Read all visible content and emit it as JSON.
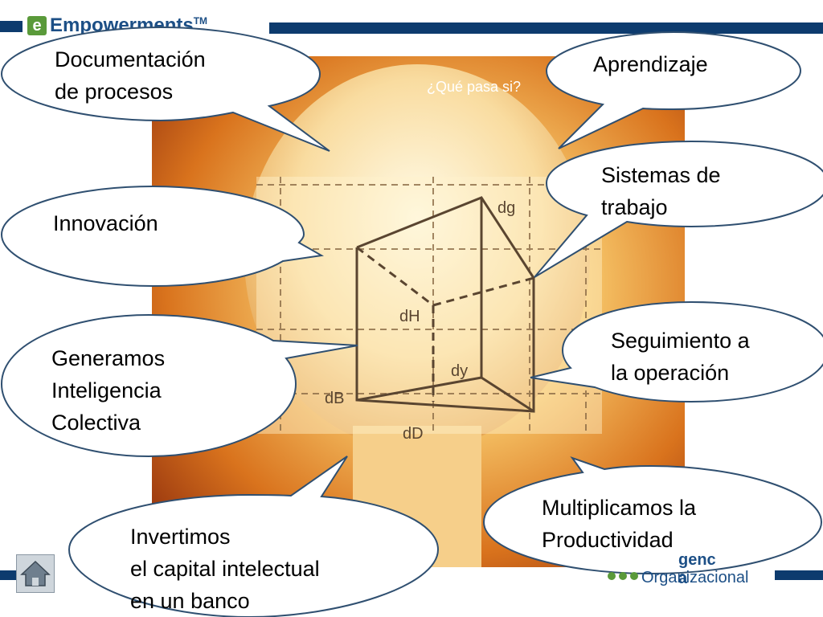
{
  "brand": {
    "letter": "e",
    "word": "Empowerments",
    "tm": "TM"
  },
  "caption": "¿Qué pasa si?",
  "bubbles": {
    "documentacion": {
      "line1": "Documentación",
      "line2": "de procesos"
    },
    "aprendizaje": {
      "line1": "Aprendizaje"
    },
    "sistemas": {
      "line1": "Sistemas de",
      "line2": "trabajo"
    },
    "innovacion": {
      "line1": "Innovación"
    },
    "seguimiento": {
      "line1": "Seguimiento a",
      "line2": "la operación"
    },
    "generamos": {
      "line1": "Generamos",
      "line2": "Inteligencia",
      "line3": "Colectiva"
    },
    "multiplicamos": {
      "line1": "Multiplicamos la",
      "line2": "Productividad"
    },
    "invertimos": {
      "line1": "Invertimos",
      "line2": "el capital intelectual",
      "line3": "en un banco"
    }
  },
  "diagram_labels": {
    "dg": "dg",
    "dh": "dH",
    "dy": "dy",
    "db": "dB",
    "dd": "dD"
  },
  "logo2": {
    "top": "genc a",
    "bottom": "Organizacional"
  },
  "icons": {
    "home": "home-icon"
  },
  "colors": {
    "bar": "#0d3b6e",
    "brand_green": "#5a9a3a",
    "brand_blue": "#1c4f86"
  }
}
